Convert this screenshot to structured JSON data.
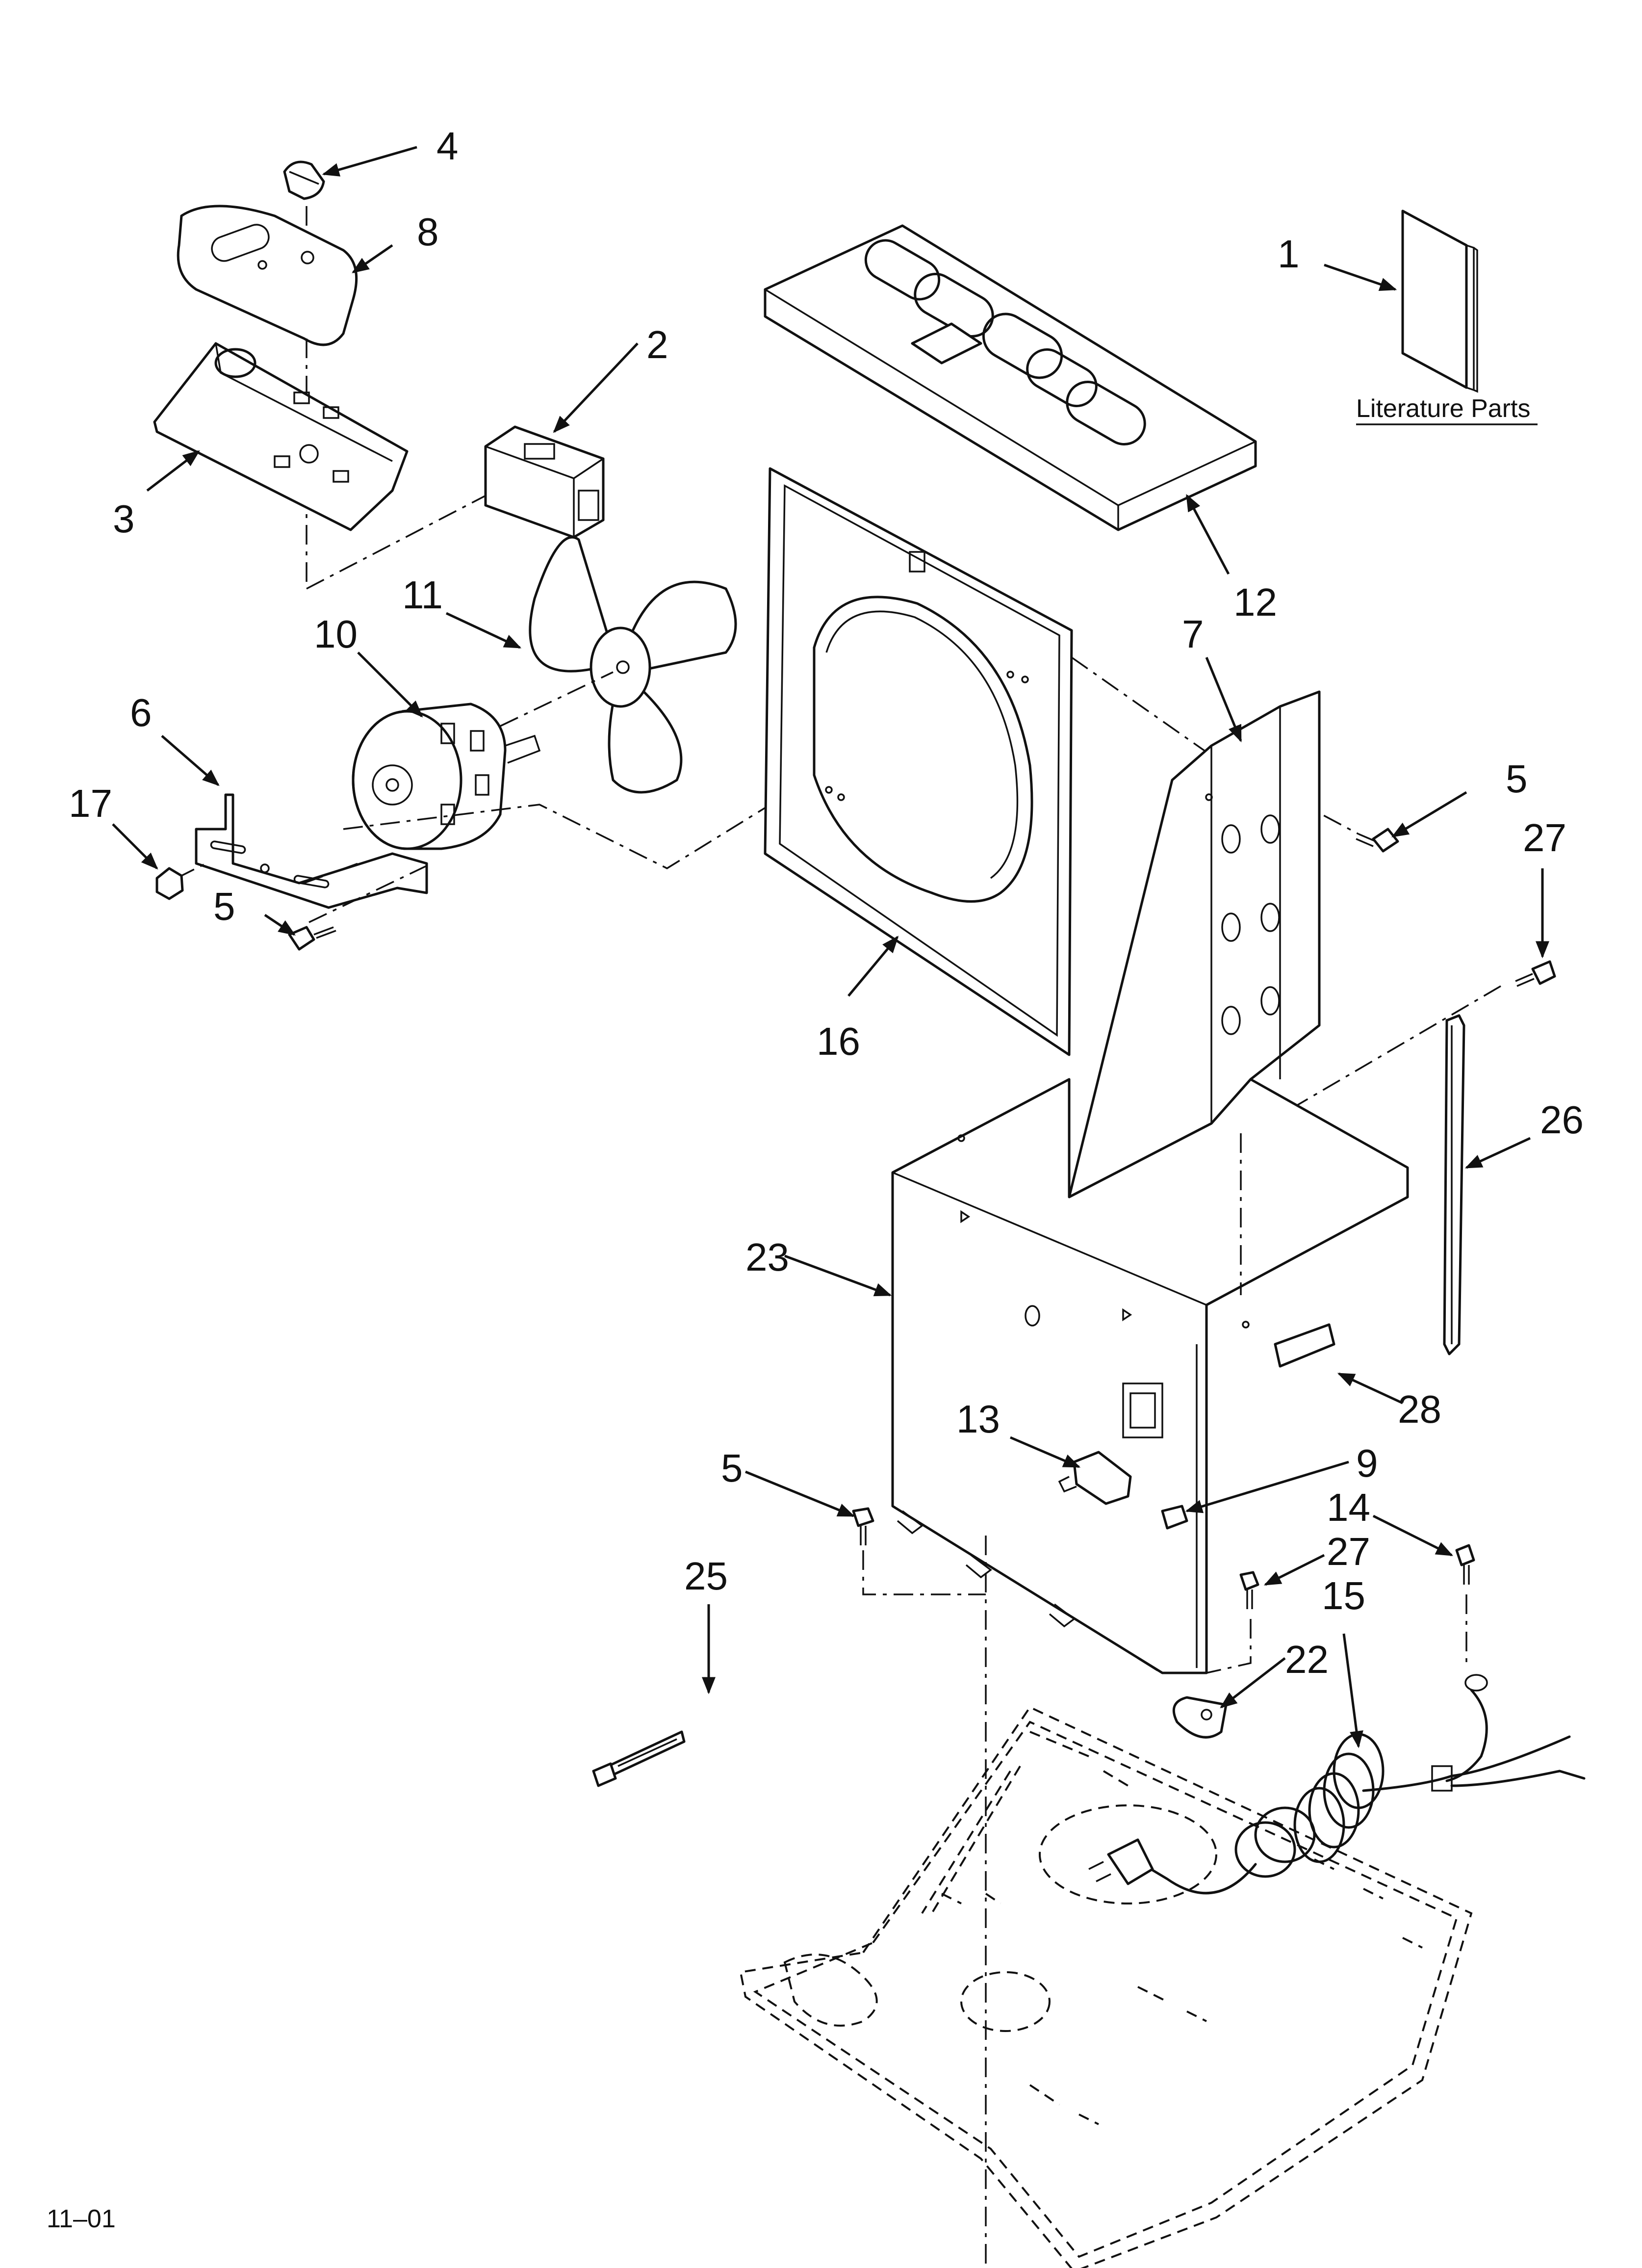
{
  "callouts": {
    "c1": "1",
    "c2": "2",
    "c3": "3",
    "c4": "4",
    "c5a": "5",
    "c5b": "5",
    "c5c": "5",
    "c6": "6",
    "c7": "7",
    "c8": "8",
    "c9": "9",
    "c10": "10",
    "c11": "11",
    "c12": "12",
    "c13": "13",
    "c14": "14",
    "c15": "15",
    "c16": "16",
    "c17": "17",
    "c22": "22",
    "c23": "23",
    "c25": "25",
    "c26": "26",
    "c27a": "27",
    "c27b": "27",
    "c28": "28"
  },
  "literature_caption": "Literature Parts",
  "footer_code": "11–01"
}
